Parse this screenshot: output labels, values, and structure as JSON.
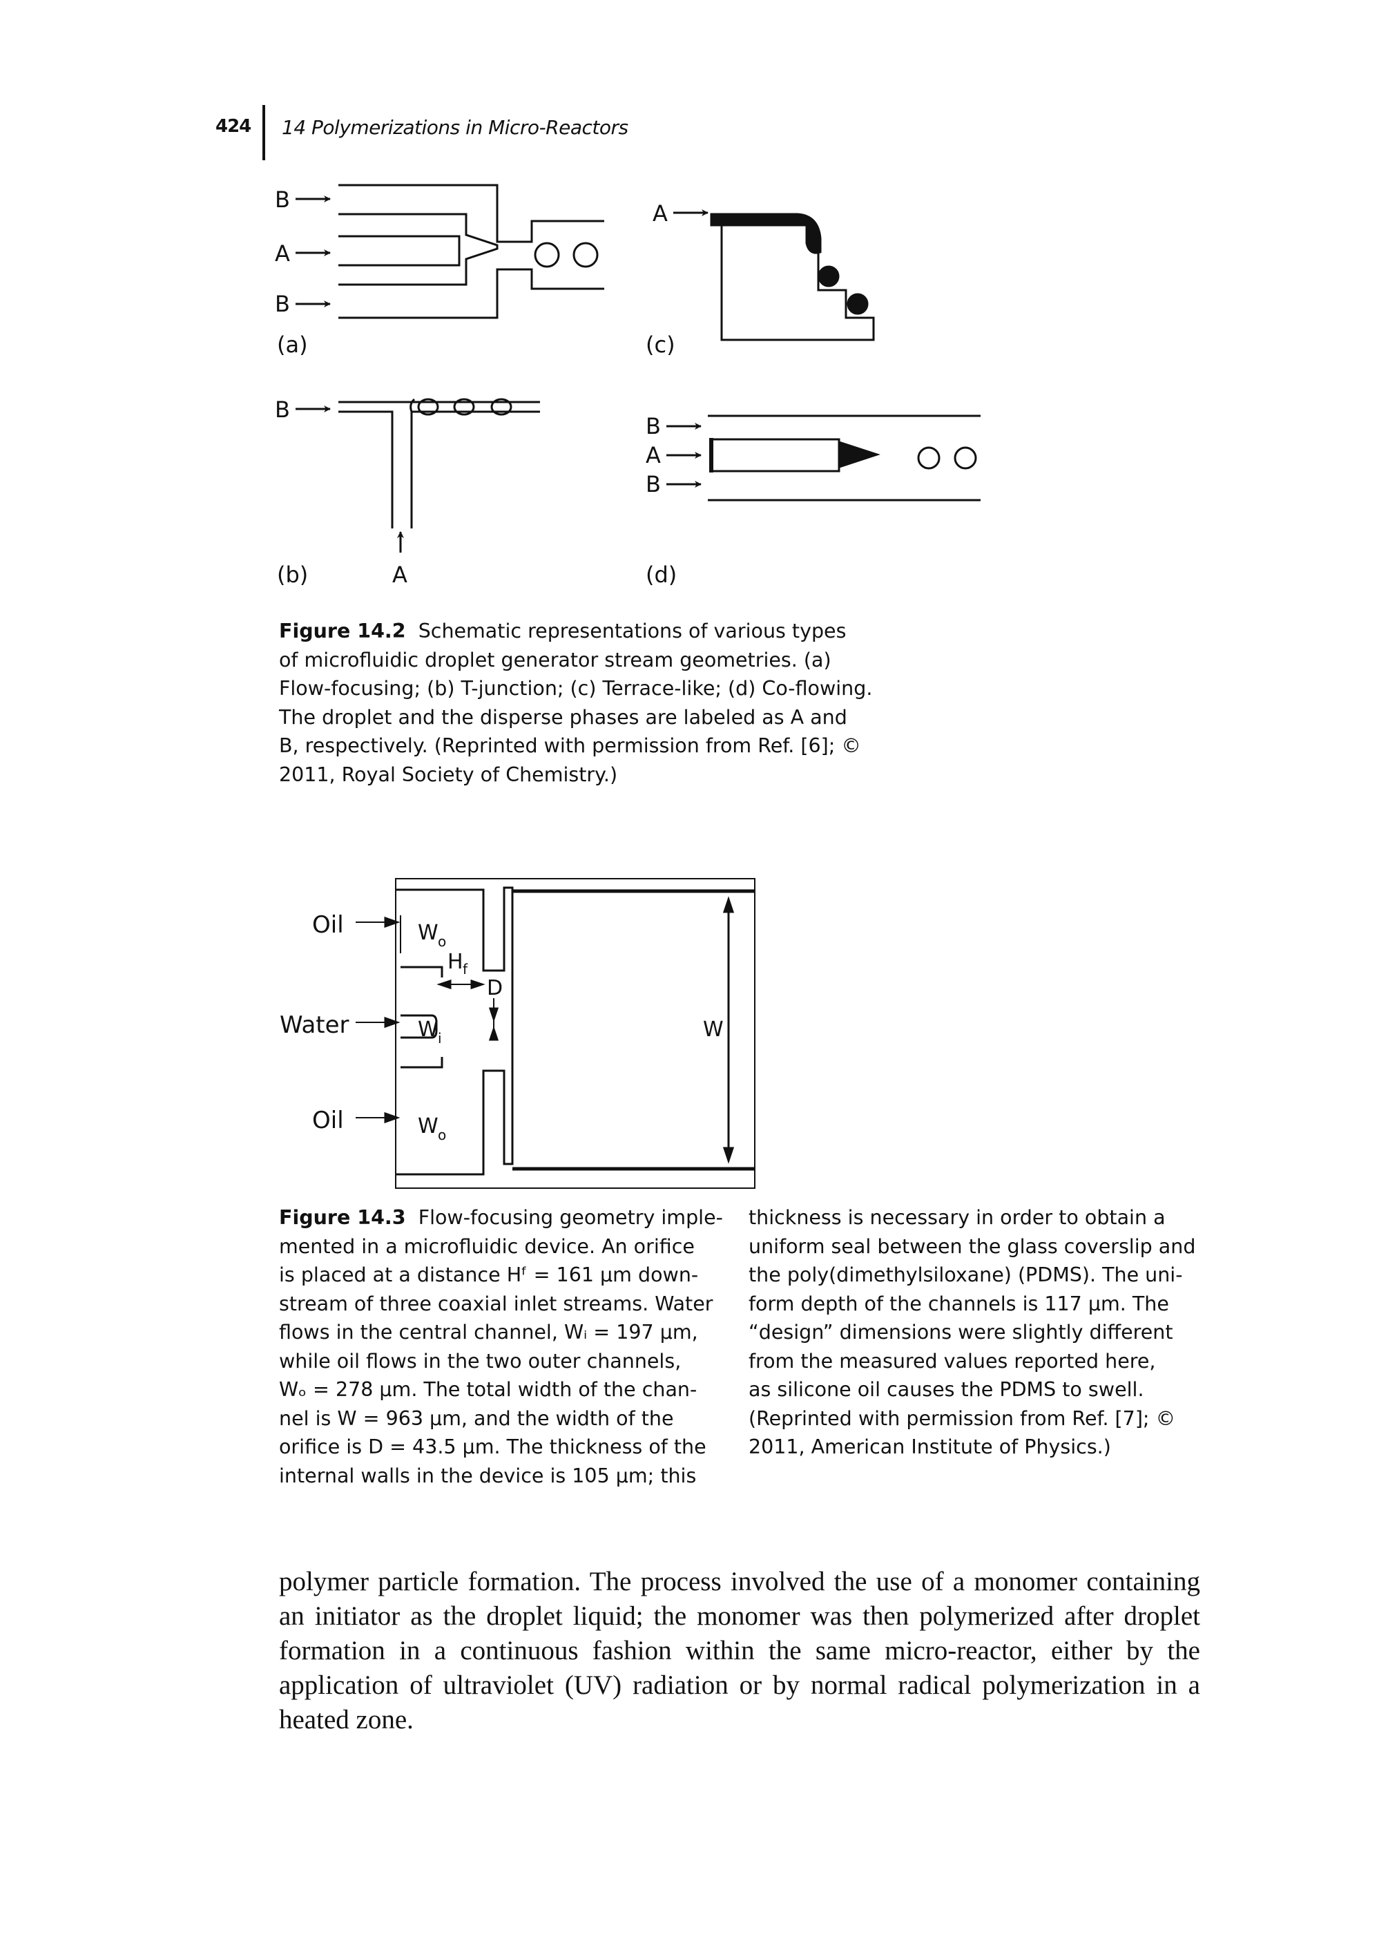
{
  "header": {
    "page_number": "424",
    "running_title": "14 Polymerizations in Micro-Reactors"
  },
  "figure_14_2": {
    "panel_a": {
      "label": "(a)",
      "inlets": [
        "B",
        "A",
        "B"
      ]
    },
    "panel_b": {
      "label": "(b)",
      "side_inlet": "B",
      "bottom_inlet": "A"
    },
    "panel_c": {
      "label": "(c)",
      "inlet": "A"
    },
    "panel_d": {
      "label": "(d)",
      "inlets": [
        "B",
        "A",
        "B"
      ]
    },
    "caption_label": "Figure 14.2",
    "caption_lines": [
      "Schematic representations of various types",
      "of microfluidic droplet generator stream geometries. (a)",
      "Flow-focusing; (b) T-junction; (c) Terrace-like; (d) Co-flowing.",
      "The droplet and the disperse phases are labeled as A and",
      "B, respectively. (Reprinted with permission from Ref. [6]; ©",
      "2011, Royal Society of Chemistry.)"
    ]
  },
  "figure_14_3": {
    "labels": {
      "oil_top": "Oil",
      "water": "Water",
      "oil_bottom": "Oil",
      "wo_top": "W",
      "wo_top_sub": "o",
      "hf": "H",
      "hf_sub": "f",
      "d": "D",
      "wi": "W",
      "wi_sub": "i",
      "wo_bottom": "W",
      "wo_bottom_sub": "o",
      "w": "W"
    },
    "caption_label": "Figure 14.3",
    "caption_left_lines": [
      "Flow-focusing geometry imple-",
      "mented in a microfluidic device. An orifice",
      "is placed at a distance Hᶠ = 161 µm down-",
      "stream of three coaxial inlet streams. Water",
      "flows in the central channel, Wᵢ = 197 µm,",
      "while oil flows in the two outer channels,",
      "Wₒ = 278 µm. The total width of the chan-",
      "nel is W = 963 µm, and the width of the",
      "orifice is D = 43.5 µm. The thickness of the",
      "internal walls in the device is 105 µm; this"
    ],
    "caption_right_lines": [
      "thickness is necessary in order to obtain a",
      "uniform seal between the glass coverslip and",
      "the poly(dimethylsiloxane) (PDMS). The uni-",
      "form depth of the channels is 117 µm. The",
      "“design” dimensions were slightly different",
      "from the measured values reported here,",
      "as silicone oil causes the PDMS to swell.",
      "(Reprinted with permission from Ref. [7]; ©",
      "2011, American Institute of Physics.)"
    ]
  },
  "body_lines": [
    "polymer particle formation. The process involved the use of a monomer containing",
    "an initiator as the droplet liquid; the monomer was then polymerized after droplet",
    "formation in a continuous fashion within the same micro-reactor, either by the",
    "application of ultraviolet (UV) radiation or by normal radical polymerization in a",
    "heated zone."
  ]
}
